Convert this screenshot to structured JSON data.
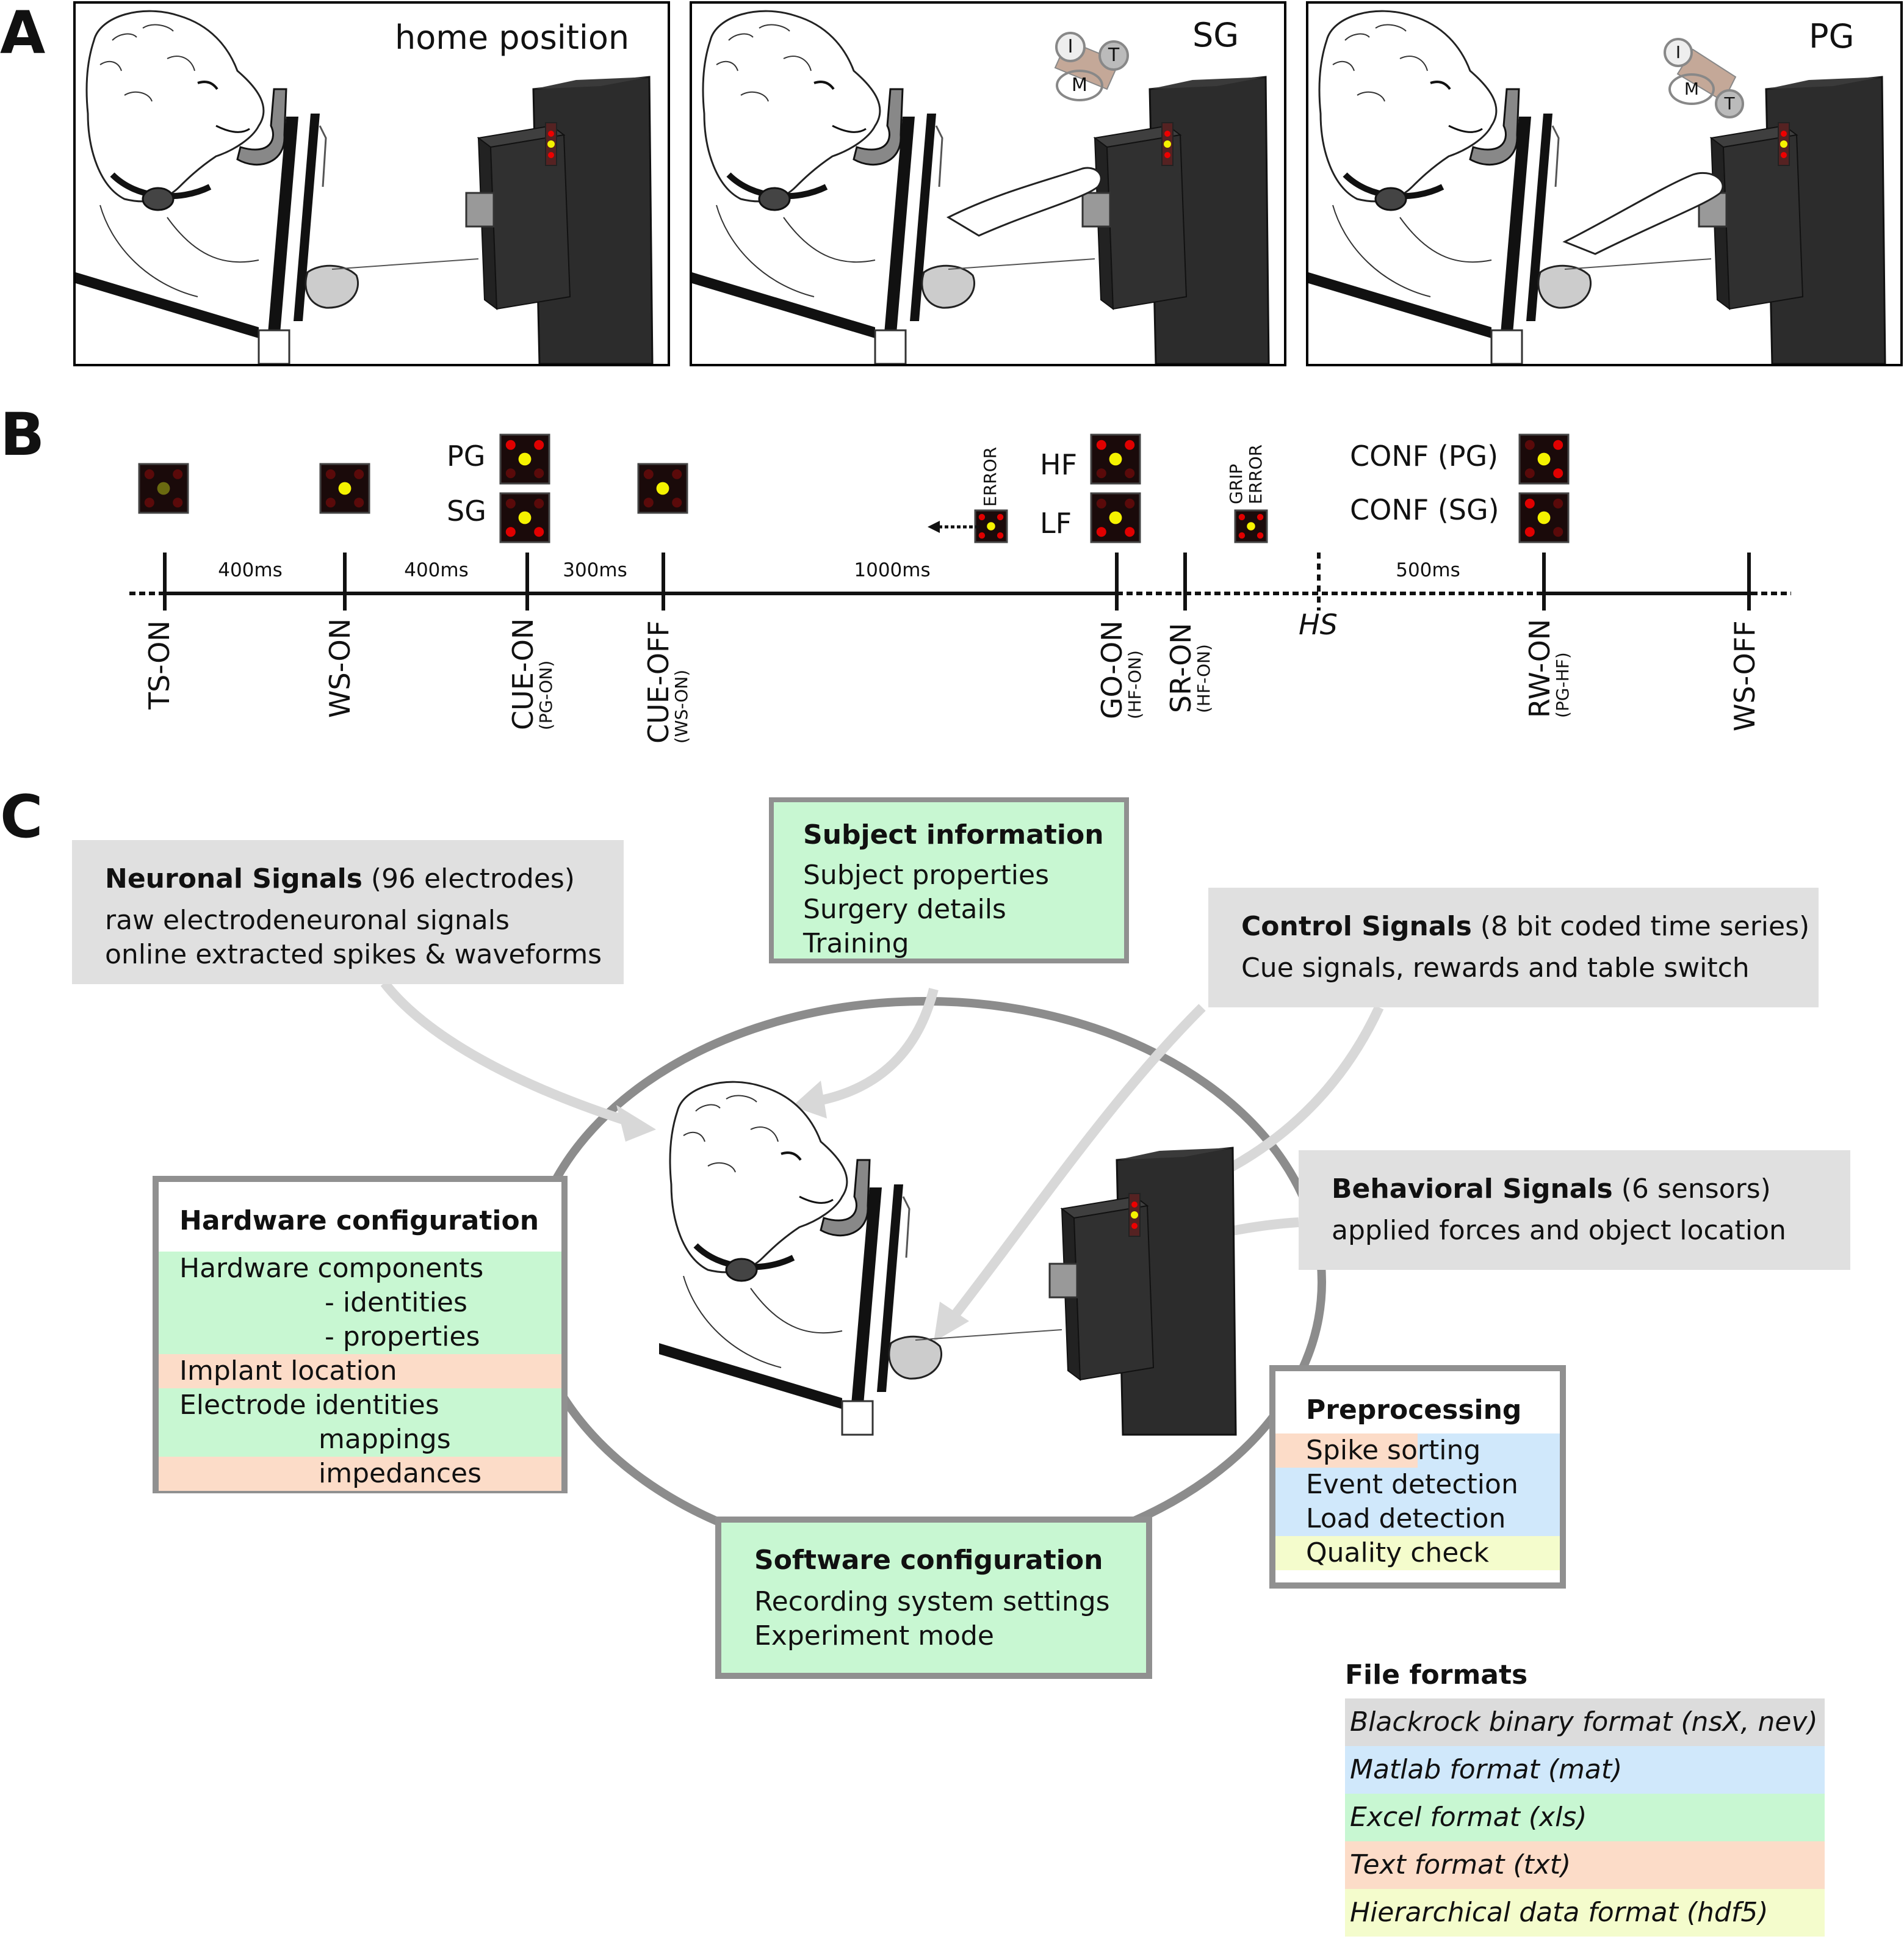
{
  "panel_labels": {
    "a": "A",
    "b": "B",
    "c": "C"
  },
  "panel_a": {
    "titles": [
      "home position",
      "SG",
      "PG"
    ],
    "finger_labels": {
      "index": "I",
      "thumb": "T",
      "middle": "M"
    }
  },
  "panel_b": {
    "cue_labels": {
      "pg": "PG",
      "sg": "SG",
      "hf": "HF",
      "lf": "LF",
      "conf_pg": "CONF (PG)",
      "conf_sg": "CONF (SG)",
      "error": "ERROR",
      "grip_error_1": "GRIP",
      "grip_error_2": "ERROR"
    },
    "intervals": [
      "400ms",
      "400ms",
      "300ms",
      "1000ms",
      "500ms"
    ],
    "events": [
      {
        "label": "TS-ON",
        "sub": ""
      },
      {
        "label": "WS-ON",
        "sub": ""
      },
      {
        "label": "CUE-ON",
        "sub": "(PG-ON)"
      },
      {
        "label": "CUE-OFF",
        "sub": "(WS-ON)"
      },
      {
        "label": "GO-ON",
        "sub": "(HF-ON)"
      },
      {
        "label": "SR-ON",
        "sub": "(HF-ON)"
      },
      {
        "label": "RW-ON",
        "sub": "(PG-HF)"
      },
      {
        "label": "WS-OFF",
        "sub": ""
      }
    ],
    "hs_label": "HS",
    "led_colors": {
      "red": "#e00000",
      "dark_red": "#5a0a0a",
      "yellow": "#f5f200",
      "dim_yellow": "#6a6a10"
    }
  },
  "panel_c": {
    "neuronal": {
      "title": "Neuronal Signals",
      "title_suffix": "(96 electrodes)",
      "lines": [
        "raw electrodeneuronal signals",
        "online extracted spikes & waveforms"
      ]
    },
    "subject": {
      "title": "Subject information",
      "lines": [
        "Subject properties",
        "Surgery details",
        "Training"
      ]
    },
    "control": {
      "title": "Control Signals",
      "title_suffix": "(8 bit coded time series)",
      "lines": [
        "Cue signals, rewards and table switch"
      ]
    },
    "behavioral": {
      "title": "Behavioral Signals",
      "title_suffix": "(6 sensors)",
      "lines": [
        "applied forces and object location"
      ]
    },
    "hardware": {
      "title": "Hardware configuration",
      "lines": [
        "Hardware components",
        "- identities",
        "- properties",
        "Implant location",
        "Electrode identities",
        "mappings",
        "impedances"
      ]
    },
    "preprocessing": {
      "title": "Preprocessing",
      "lines": [
        "Spike sorting",
        "Event detection",
        "Load detection",
        "Quality check"
      ]
    },
    "software": {
      "title": "Software configuration",
      "lines": [
        "Recording system settings",
        "Experiment mode"
      ]
    },
    "file_formats": {
      "title": "File formats",
      "items": [
        "Blackrock binary format (nsX, nev)",
        "Matlab format (mat)",
        "Excel format (xls)",
        "Text format (txt)",
        "Hierarchical data format (hdf5)"
      ]
    },
    "colors": {
      "grey": "#e0e0e0",
      "green": "#c8f7d2",
      "orange": "#fcdcc8",
      "blue": "#d0e8fb",
      "yellow": "#f4fccc",
      "border": "#909090",
      "arrow": "#d8d8d8"
    }
  }
}
